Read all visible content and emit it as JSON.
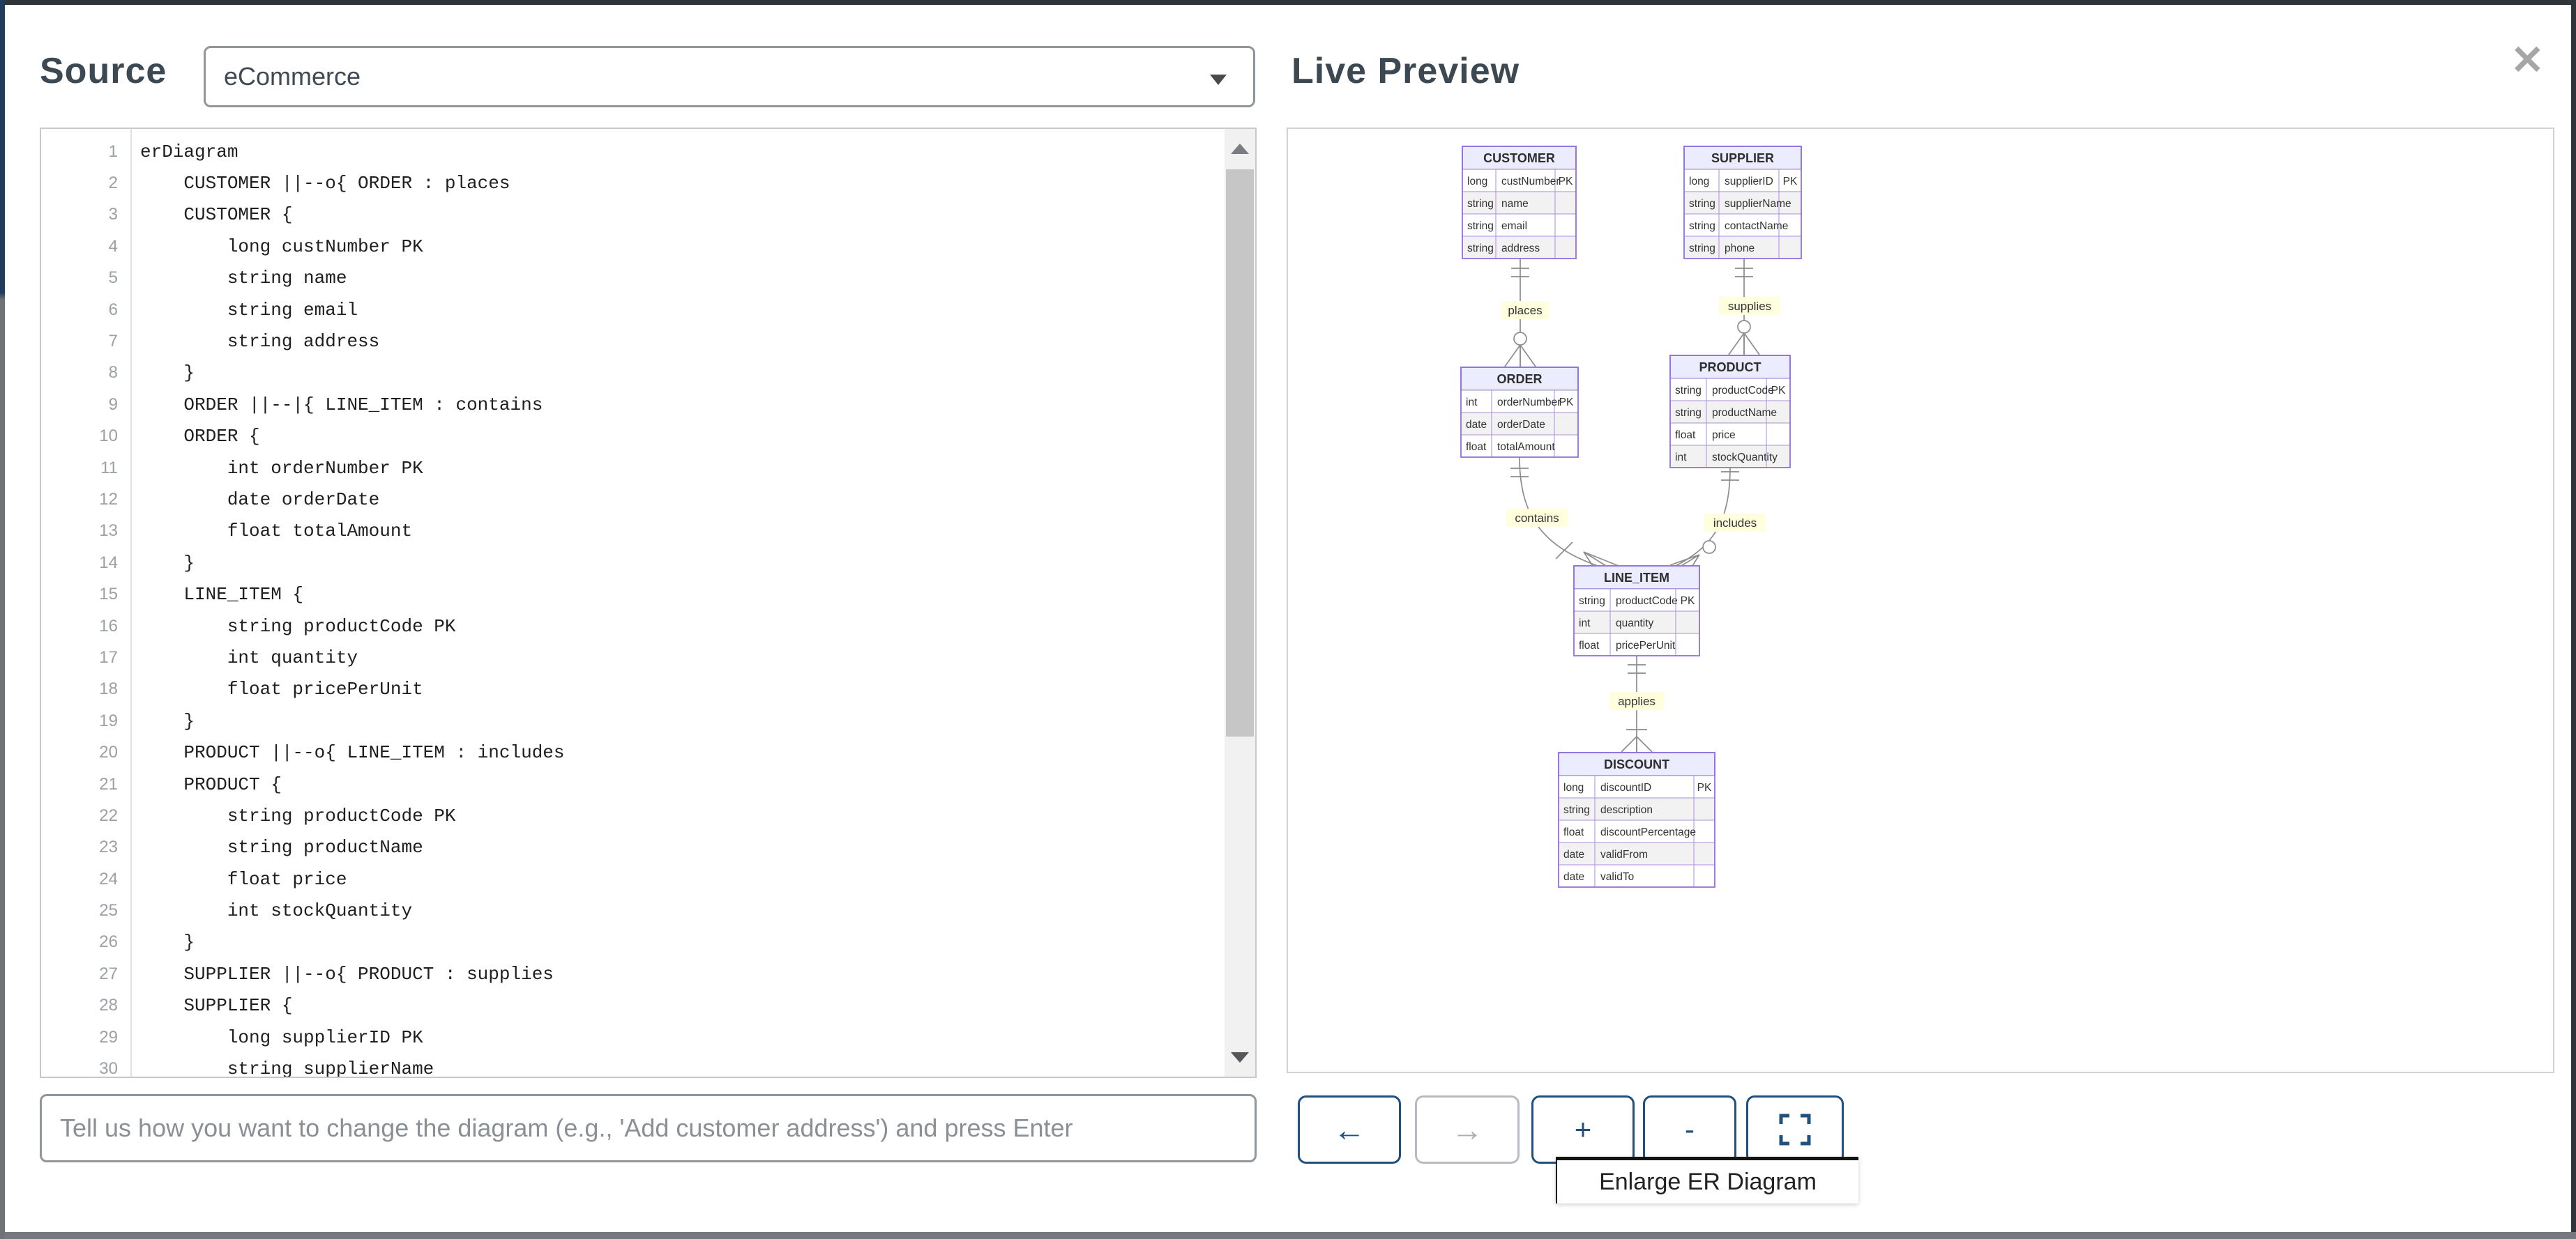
{
  "window": {
    "close_glyph": "✕"
  },
  "source_panel": {
    "title": "Source",
    "dropdown": {
      "value": "eCommerce"
    },
    "editor": {
      "lines": [
        "erDiagram",
        "    CUSTOMER ||--o{ ORDER : places",
        "    CUSTOMER {",
        "        long custNumber PK",
        "        string name",
        "        string email",
        "        string address",
        "    }",
        "    ORDER ||--|{ LINE_ITEM : contains",
        "    ORDER {",
        "        int orderNumber PK",
        "        date orderDate",
        "        float totalAmount",
        "    }",
        "    LINE_ITEM {",
        "        string productCode PK",
        "        int quantity",
        "        float pricePerUnit",
        "    }",
        "    PRODUCT ||--o{ LINE_ITEM : includes",
        "    PRODUCT {",
        "        string productCode PK",
        "        string productName",
        "        float price",
        "        int stockQuantity",
        "    }",
        "    SUPPLIER ||--o{ PRODUCT : supplies",
        "    SUPPLIER {",
        "        long supplierID PK",
        "        string supplierName"
      ]
    },
    "chat_input": {
      "placeholder": "Tell us how you want to change the diagram (e.g., 'Add customer address') and press Enter"
    }
  },
  "preview_panel": {
    "title": "Live Preview",
    "diagram": {
      "entities": [
        {
          "name": "CUSTOMER",
          "attributes": [
            [
              "long",
              "custNumber",
              "PK"
            ],
            [
              "string",
              "name",
              ""
            ],
            [
              "string",
              "email",
              ""
            ],
            [
              "string",
              "address",
              ""
            ]
          ]
        },
        {
          "name": "SUPPLIER",
          "attributes": [
            [
              "long",
              "supplierID",
              "PK"
            ],
            [
              "string",
              "supplierName",
              ""
            ],
            [
              "string",
              "contactName",
              ""
            ],
            [
              "string",
              "phone",
              ""
            ]
          ]
        },
        {
          "name": "ORDER",
          "attributes": [
            [
              "int",
              "orderNumber",
              "PK"
            ],
            [
              "date",
              "orderDate",
              ""
            ],
            [
              "float",
              "totalAmount",
              ""
            ]
          ]
        },
        {
          "name": "PRODUCT",
          "attributes": [
            [
              "string",
              "productCode",
              "PK"
            ],
            [
              "string",
              "productName",
              ""
            ],
            [
              "float",
              "price",
              ""
            ],
            [
              "int",
              "stockQuantity",
              ""
            ]
          ]
        },
        {
          "name": "LINE_ITEM",
          "attributes": [
            [
              "string",
              "productCode",
              "PK"
            ],
            [
              "int",
              "quantity",
              ""
            ],
            [
              "float",
              "pricePerUnit",
              ""
            ]
          ]
        },
        {
          "name": "DISCOUNT",
          "attributes": [
            [
              "long",
              "discountID",
              "PK"
            ],
            [
              "string",
              "description",
              ""
            ],
            [
              "float",
              "discountPercentage",
              ""
            ],
            [
              "date",
              "validFrom",
              ""
            ],
            [
              "date",
              "validTo",
              ""
            ]
          ]
        }
      ],
      "relationships": [
        {
          "from": "CUSTOMER",
          "to": "ORDER",
          "label": "places",
          "cardinality": "||--o{"
        },
        {
          "from": "ORDER",
          "to": "LINE_ITEM",
          "label": "contains",
          "cardinality": "||--|{"
        },
        {
          "from": "PRODUCT",
          "to": "LINE_ITEM",
          "label": "includes",
          "cardinality": "||--o{"
        },
        {
          "from": "SUPPLIER",
          "to": "PRODUCT",
          "label": "supplies",
          "cardinality": "||--o{"
        },
        {
          "from": "LINE_ITEM",
          "to": "DISCOUNT",
          "label": "applies",
          "cardinality": "||--|{"
        }
      ]
    }
  },
  "controls": {
    "back_label": "←",
    "forward_label": "→",
    "zoom_in_label": "+",
    "zoom_out_label": "-",
    "tooltip": "Enlarge ER Diagram"
  },
  "colors": {
    "entity_border": "#9370db",
    "entity_header_fill": "#ececff",
    "entity_alt_row": "#f2f2f2",
    "relationship_line": "#8c8c8c",
    "relationship_label_bg": "#ffffde",
    "button_accent": "#20507e",
    "heading_text": "#3c4952"
  }
}
